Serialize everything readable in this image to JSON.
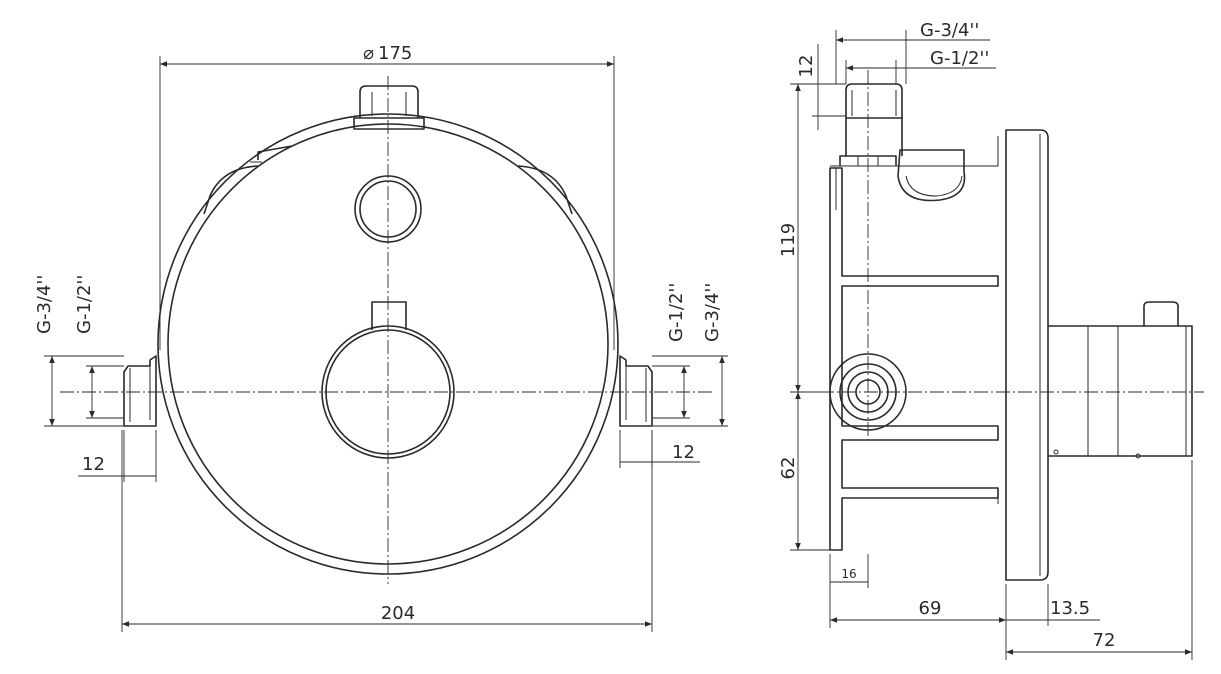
{
  "front_view": {
    "diameter_symbol": "⌀",
    "diameter": "175",
    "width": "204",
    "left_thread_outer": "G-3/4''",
    "left_thread_inner": "G-1/2''",
    "right_thread_inner": "G-1/2''",
    "right_thread_outer": "G-3/4''",
    "left_stub_length": "12",
    "right_stub_length": "12"
  },
  "side_view": {
    "top_thread_outer": "G-3/4''",
    "top_thread_inner": "G-1/2''",
    "top_stub_height": "12",
    "upper_height": "119",
    "lower_height": "62",
    "flange_offset": "16",
    "body_depth": "69",
    "plate_thickness": "13.5",
    "handle_depth": "72"
  }
}
